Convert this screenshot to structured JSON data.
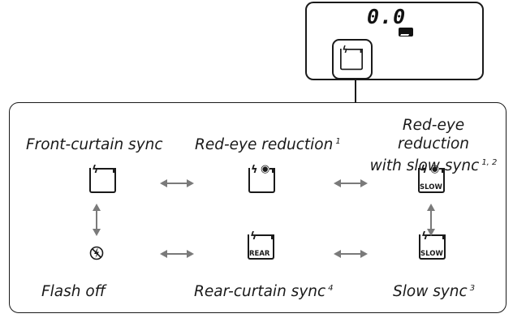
{
  "lcd": {
    "value": "0.0",
    "badge_icon": "flash-compensation-icon",
    "mode_icon": "front-curtain-sync-icon"
  },
  "modes": {
    "front_curtain": {
      "label": "Front-curtain sync",
      "icon": "front-curtain-sync-icon"
    },
    "red_eye": {
      "label": "Red-eye reduction",
      "note": "1",
      "icon": "red-eye-reduction-icon"
    },
    "red_eye_slow": {
      "label_line1": "Red-eye reduction",
      "label_line2": "with slow sync",
      "note": "1, 2",
      "icon": "red-eye-slow-sync-icon",
      "tag": "SLOW"
    },
    "flash_off": {
      "label": "Flash off",
      "icon": "flash-off-icon"
    },
    "rear_curtain": {
      "label": "Rear-curtain sync",
      "note": "4",
      "icon": "rear-curtain-sync-icon",
      "tag": "REAR"
    },
    "slow_sync": {
      "label": "Slow sync",
      "note": "3",
      "icon": "slow-sync-icon",
      "tag": "SLOW"
    }
  },
  "arrows": [
    "double-arrow-icon"
  ]
}
